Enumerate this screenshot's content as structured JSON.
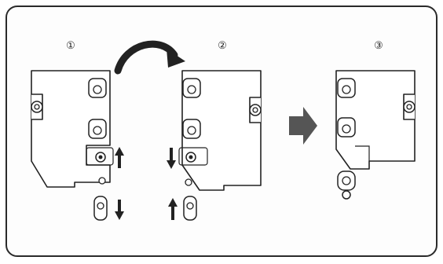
{
  "steps": [
    {
      "label": "①"
    },
    {
      "label": "②"
    },
    {
      "label": "③"
    }
  ],
  "colors": {
    "line": "#222222",
    "arrow_fill": "#555555",
    "background": "#fdfdfd"
  },
  "icons": {
    "curved_arrow": "curved-arrow-icon",
    "transition_arrow": "right-arrow-icon",
    "up_arrow": "arrow-up-icon",
    "down_arrow": "arrow-down-icon"
  }
}
